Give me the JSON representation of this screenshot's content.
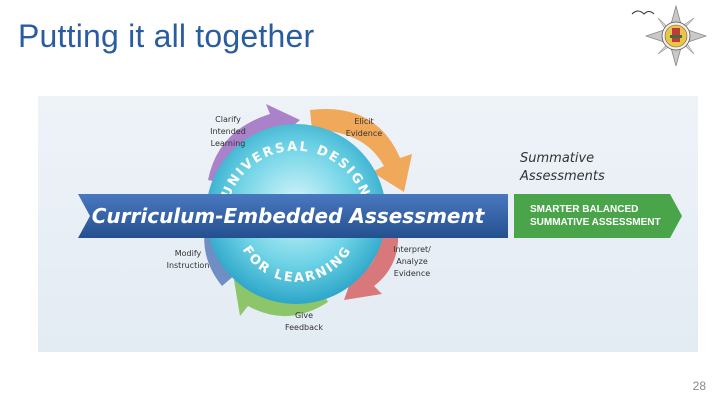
{
  "slide": {
    "title": "Putting it all together",
    "page_number": "28"
  },
  "diagram": {
    "banner_text": "Curriculum-Embedded Assessment",
    "udl_top": "UNIVERSAL DESIGN",
    "udl_bottom": "FOR LEARNING",
    "cycle_steps": [
      {
        "line1": "Clarify",
        "line2": "Intended",
        "line3": "Learning"
      },
      {
        "line1": "Elicit",
        "line2": "Evidence"
      },
      {
        "line1": "Interpret/",
        "line2": "Analyze",
        "line3": "Evidence"
      },
      {
        "line1": "Give",
        "line2": "Feedback"
      },
      {
        "line1": "Modify",
        "line2": "Instruction"
      }
    ],
    "summative_label_line1": "Summative",
    "summative_label_line2": "Assessments",
    "smarter_line1": "SMARTER BALANCED",
    "smarter_line2": "SUMMATIVE ASSESSMENT"
  },
  "colors": {
    "title": "#2a5d9f",
    "banner": "#2f5ea8",
    "green_arrow": "#4aa54a",
    "arrow_purple": "#a982c9",
    "arrow_orange": "#f0a85a",
    "arrow_red": "#d9787a",
    "arrow_green": "#8cc56a",
    "arrow_blue": "#6f8fc4"
  }
}
